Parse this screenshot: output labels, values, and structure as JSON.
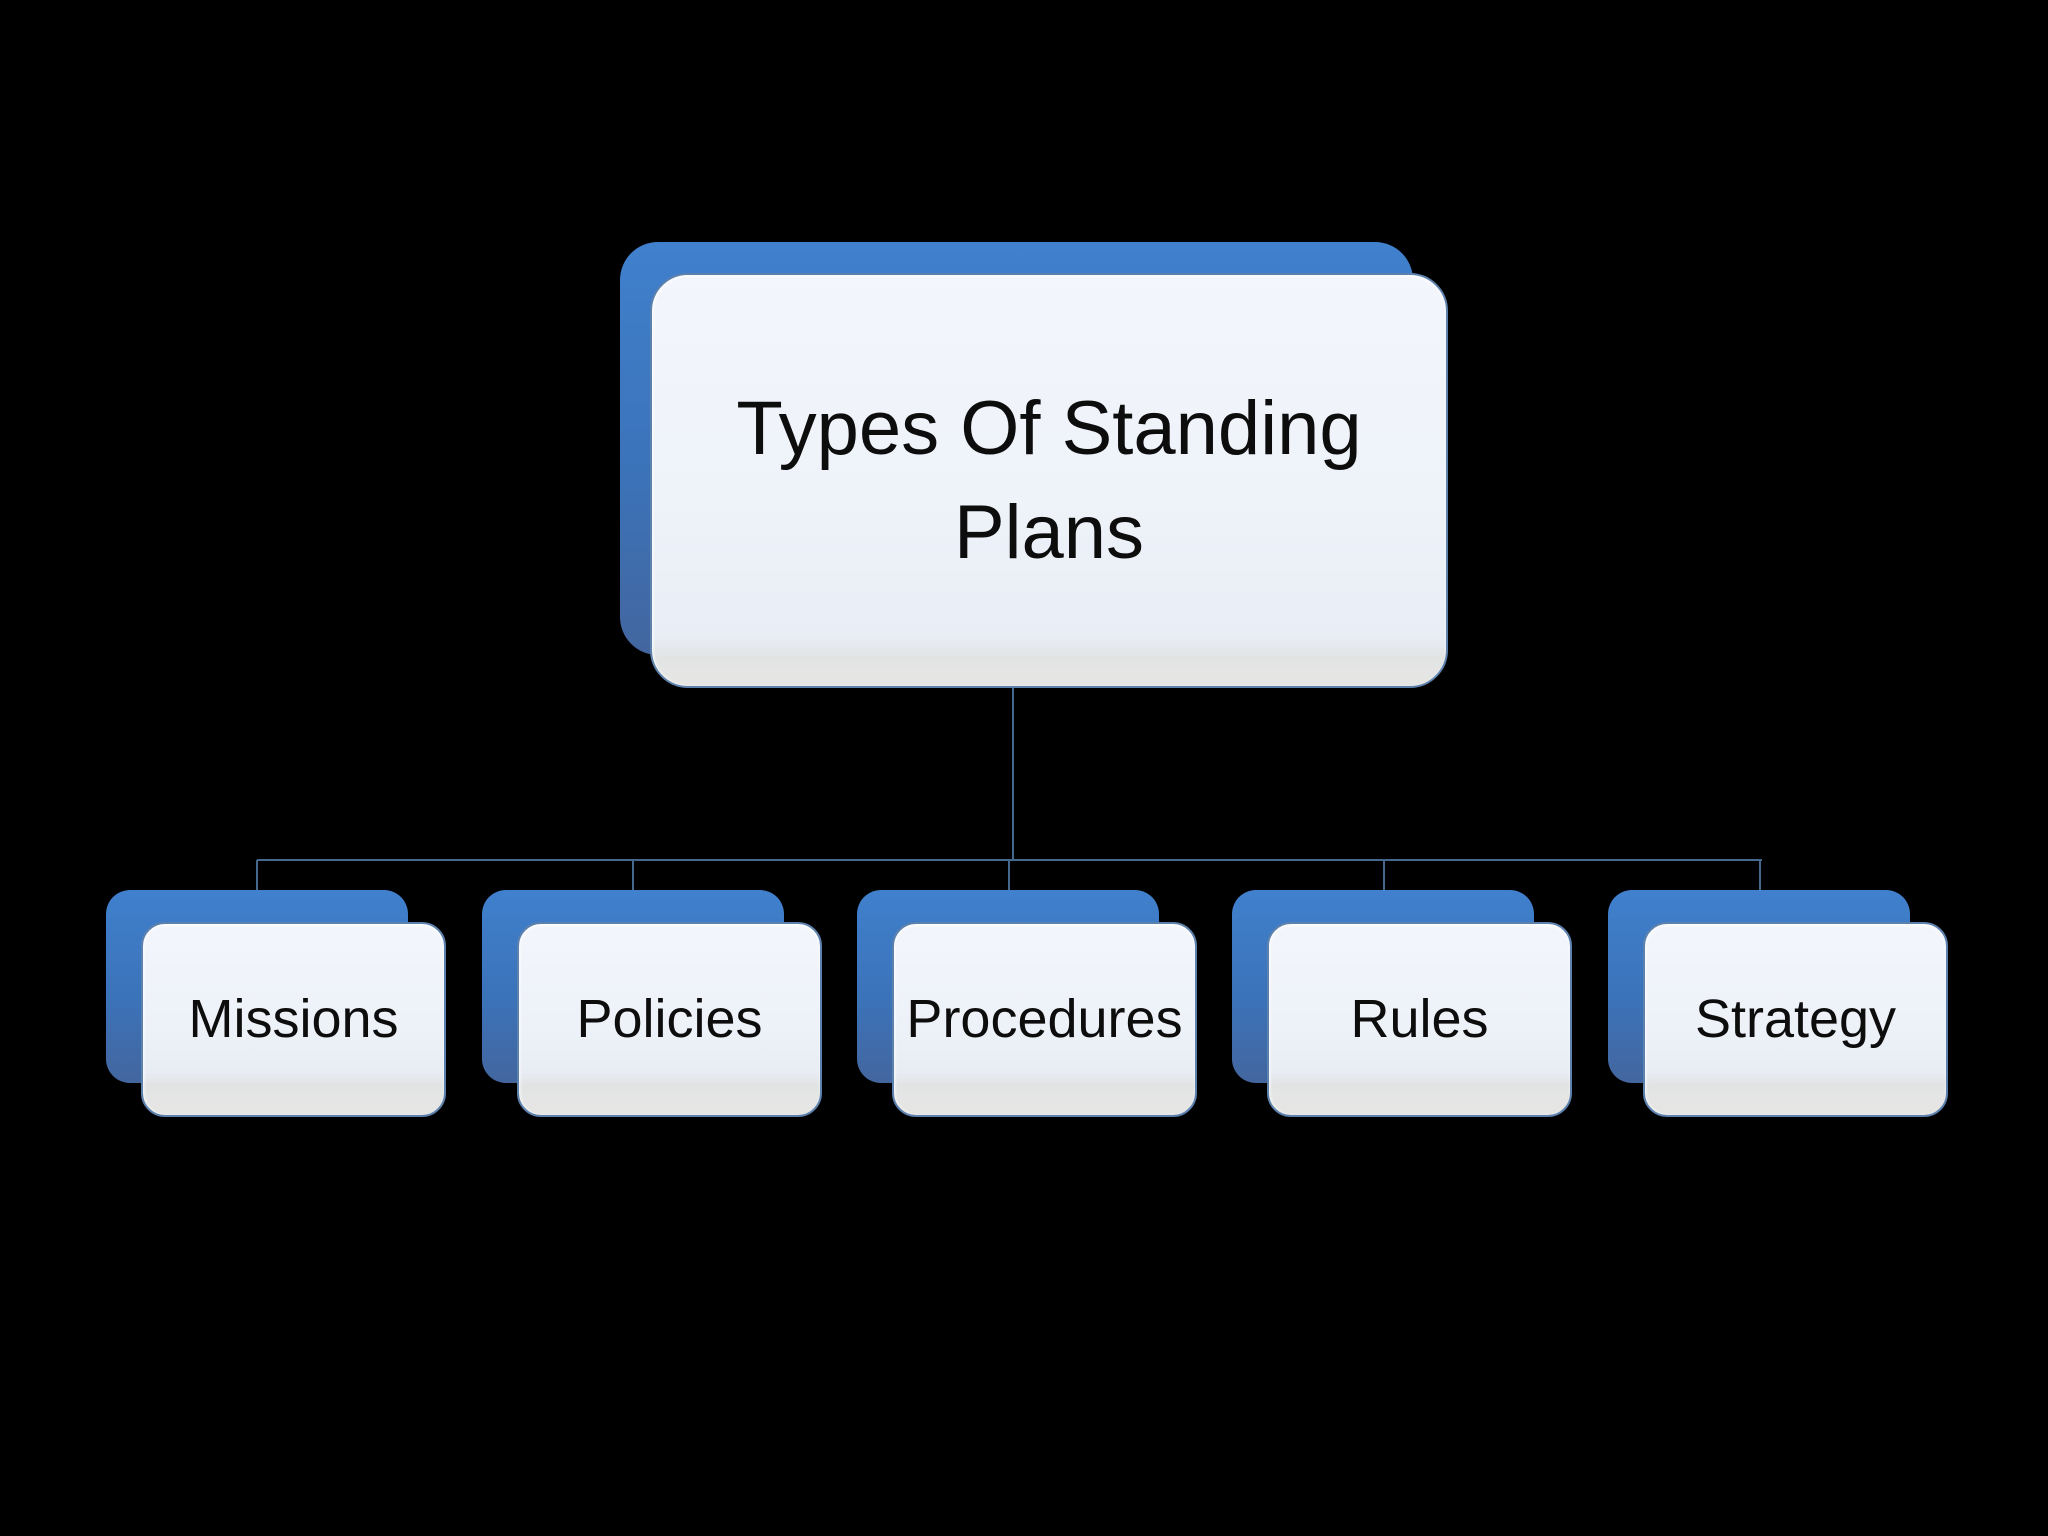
{
  "slide": {
    "background": "#000000"
  },
  "diagram": {
    "type": "hierarchy",
    "title": "Types Of Standing Plans",
    "children": [
      {
        "label": "Missions"
      },
      {
        "label": "Policies"
      },
      {
        "label": "Procedures"
      },
      {
        "label": "Rules"
      },
      {
        "label": "Strategy"
      }
    ]
  },
  "colors": {
    "background": "#000000",
    "accent_blue_top": "#4080CD",
    "accent_blue_bottom": "#43669F",
    "box_fill_top": "#F3F6FC",
    "box_fill_bottom": "#E3E4E4",
    "box_border": "#5D81AD",
    "connector": "#44688E",
    "text": "#0D0D0D"
  }
}
